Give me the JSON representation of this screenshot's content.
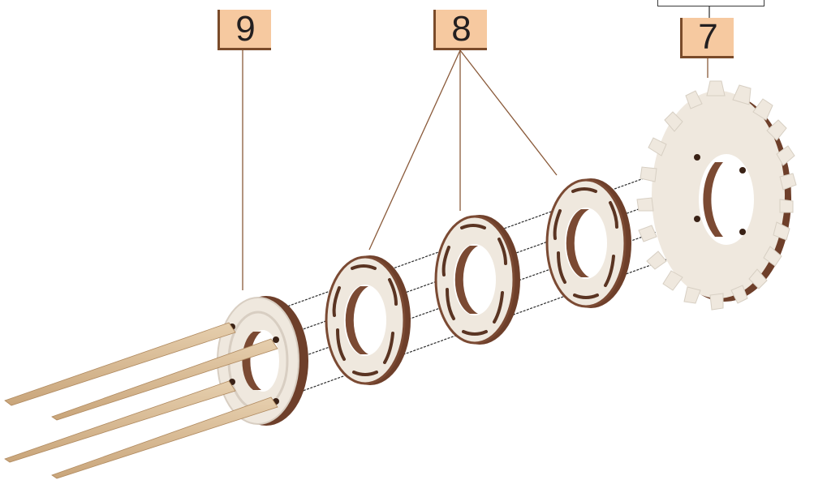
{
  "callouts": {
    "part_9": "9",
    "part_8": "8",
    "part_7": "7"
  },
  "colors": {
    "wood_face": "#efe8de",
    "wood_edge": "#7b4a33",
    "wood_dark": "#4a2a1c",
    "callout_fill": "#f6c9a0",
    "callout_border": "#7a4b2a",
    "leader_line": "#8a5a3a",
    "stick": "#d9bb94"
  }
}
